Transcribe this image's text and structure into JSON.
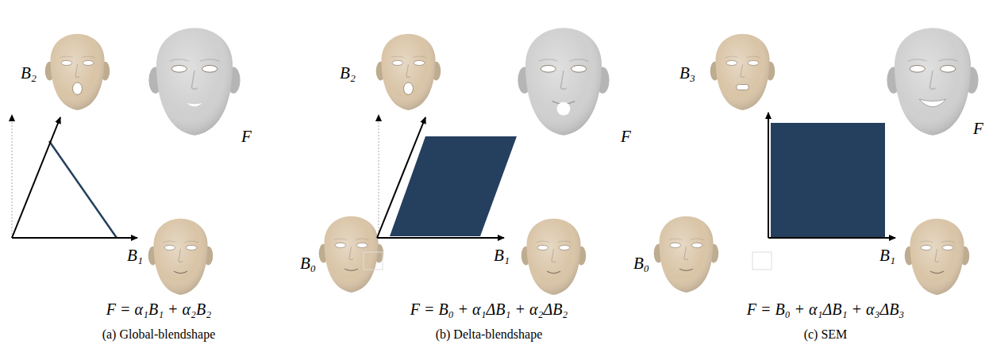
{
  "diagram": {
    "labels": [
      "B₂",
      "F",
      "B₁",
      "F = α₁B₁ + α₂B₂",
      "(a) Global-blendshape",
      "B₂",
      "F",
      "B₀",
      "B₁",
      "F = B₀ + α₁ΔB₁ + α₂ΔB₂",
      "(b) Delta-blendshape",
      "B₃",
      "F",
      "B₀",
      "B₁",
      "F = B₀ + α₁ΔB₁ + α₃ΔB₃",
      "(c) SEM"
    ]
  }
}
